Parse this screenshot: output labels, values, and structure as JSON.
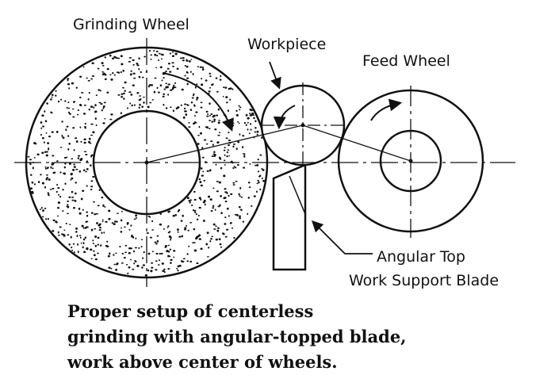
{
  "labels": {
    "grinding_wheel": "Grinding Wheel",
    "workpiece": "Workpiece",
    "feed_wheel": "Feed Wheel",
    "blade_line1": "Angular Top",
    "blade_line2": "Work Support Blade"
  },
  "caption": {
    "line1": "Proper setup  of centerless",
    "line2": "grinding with angular-topped blade,",
    "line3": "work above center of wheels."
  },
  "colors": {
    "ink": "#111111",
    "paper": "#ffffff"
  }
}
